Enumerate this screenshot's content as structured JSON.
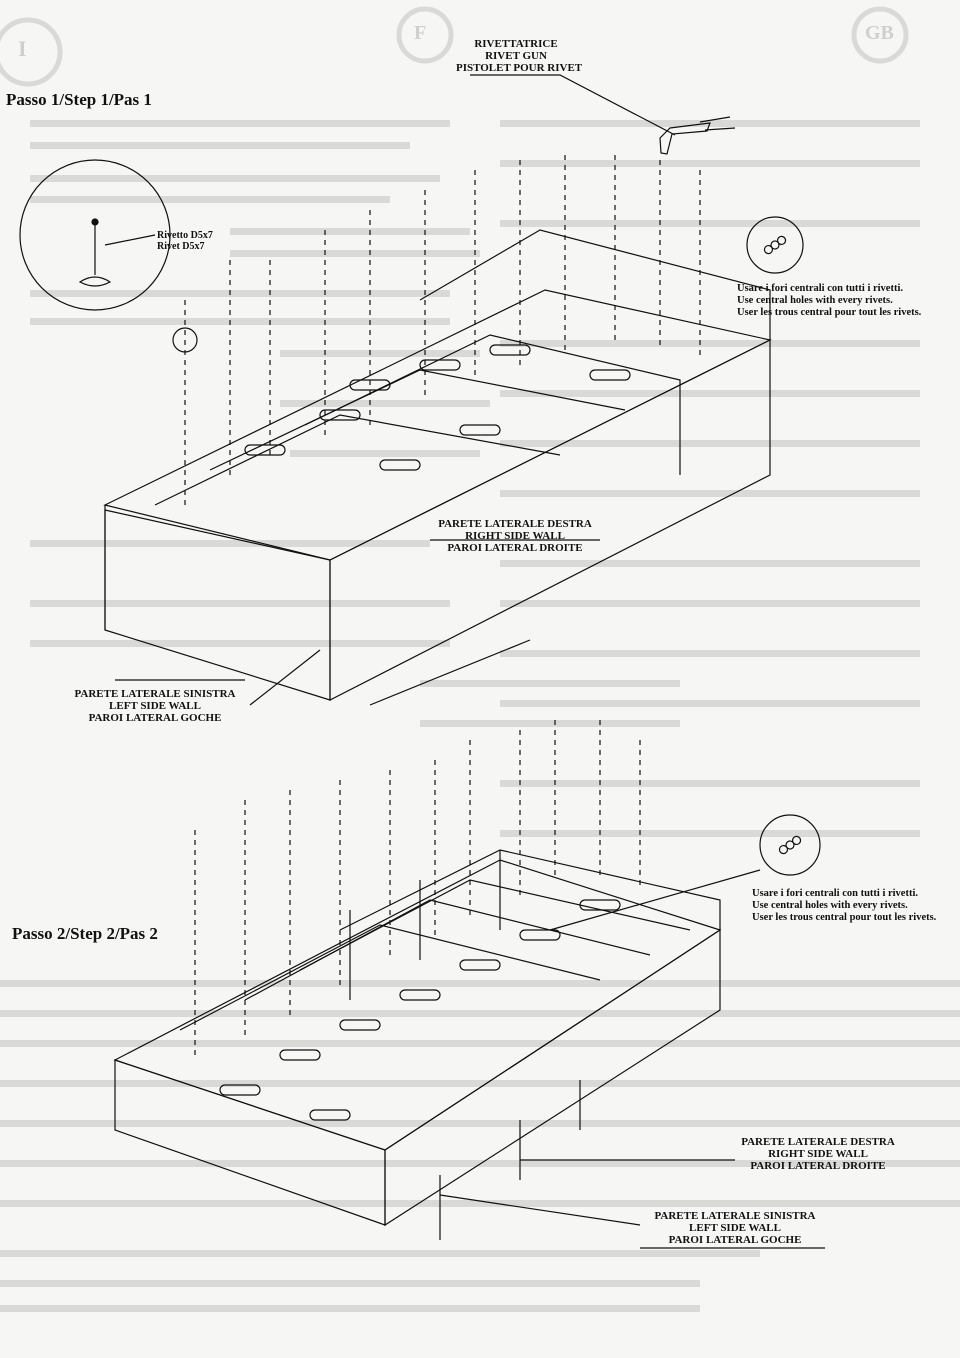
{
  "step1": {
    "title": "Passo 1/Step 1/Pas 1",
    "rivet_tool": [
      "RIVETTATRICE",
      "RIVET GUN",
      "PISTOLET POUR RIVET"
    ],
    "rivet_detail": [
      "Rivetto D5x7",
      "Rivet D5x7"
    ],
    "central_holes_note": [
      "Usare i fori centrali con tutti i rivetti.",
      "Use central holes with every rivets.",
      "User les trous central pour tout les rivets."
    ],
    "right_wall": [
      "PARETE LATERALE DESTRA",
      "RIGHT SIDE WALL",
      "PAROI LATERAL DROITE"
    ],
    "left_wall": [
      "PARETE LATERALE SINISTRA",
      "LEFT SIDE WALL",
      "PAROI LATERAL GOCHE"
    ]
  },
  "step2": {
    "title": "Passo 2/Step 2/Pas 2",
    "central_holes_note": [
      "Usare i fori centrali con tutti i rivetti.",
      "Use central holes with every rivets.",
      "User les trous central pour tout les rivets."
    ],
    "right_wall": [
      "PARETE LATERALE DESTRA",
      "RIGHT SIDE WALL",
      "PAROI LATERAL DROITE"
    ],
    "left_wall": [
      "PARETE LATERALE SINISTRA",
      "LEFT SIDE WALL",
      "PAROI LATERAL GOCHE"
    ]
  },
  "header_badges": [
    "I",
    "F",
    "GB"
  ]
}
